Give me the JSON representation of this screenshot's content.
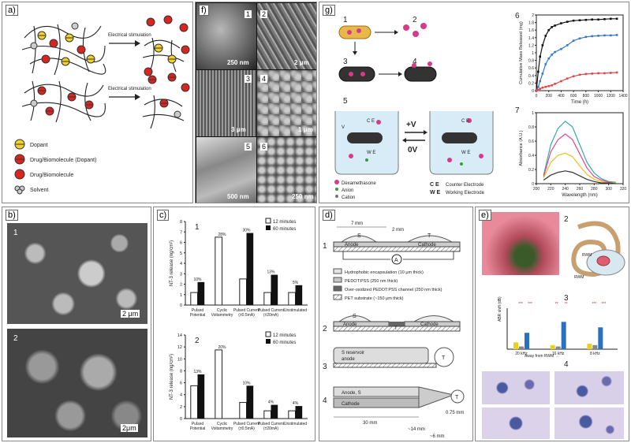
{
  "panels": {
    "a": {
      "label": "a)",
      "arrow_text": "Electrical stimulation",
      "legend": [
        {
          "text": "Dopant"
        },
        {
          "text": "Drug/Biomolecule (Dopant)"
        },
        {
          "text": "Drug/Biomolecule"
        },
        {
          "text": "Solvent"
        }
      ]
    },
    "f": {
      "label": "f)",
      "sub": [
        "1",
        "2",
        "3",
        "4",
        "5",
        "6"
      ],
      "scales": [
        "250 nm",
        "2 μm",
        "3 μm",
        "1 μm",
        "500 nm",
        "250 nm"
      ]
    },
    "g": {
      "label": "g)",
      "sub": [
        "1",
        "2",
        "3",
        "4",
        "5",
        "6",
        "7"
      ],
      "legend": {
        "dex": "Dexamethasone",
        "anion": "Anion",
        "cation": "Cation",
        "ce_abbr": "C E",
        "ce": "Counter Electrode",
        "we_abbr": "W E",
        "we": "Working Electrode"
      },
      "volts": {
        "plus": "+V",
        "zero": "0V"
      },
      "electrode_labels": {
        "ce": "C E",
        "we": "W E",
        "v": "V"
      }
    },
    "b": {
      "label": "b)",
      "sub": [
        "1",
        "2"
      ],
      "scales": [
        "2 μm",
        "2μm"
      ]
    },
    "c": {
      "label": "c)",
      "sub": [
        "1",
        "2"
      ],
      "legend": [
        "12 minutes",
        "60 minutes"
      ],
      "ylabel": "NT-3 release (ng/cm²)"
    },
    "d": {
      "label": "d)",
      "sub": [
        "1",
        "2",
        "3",
        "4"
      ],
      "dims": {
        "top1": "7 mm",
        "top2": "2 mm",
        "b1": "30 mm",
        "b2": "~14 mm",
        "b3": "~6 mm",
        "b4": "0.75 mm"
      },
      "anode": "Anode",
      "cathode": "Cathode",
      "s": "S",
      "tt": "T",
      "a": "A",
      "reservoir": "S reservoir",
      "reservoir2": "anode",
      "anode_s": "Anode, S",
      "legend": [
        "Hydrophobic encapsulation (10 μm thick)",
        "PEDOT:PSS (250 nm thick)",
        "Over-oxidized PEDOT:PSS channel (250 nm thick)",
        "PET substrate (~150 μm thick)"
      ]
    },
    "e": {
      "label": "e)",
      "sub": [
        "1",
        "2",
        "3",
        "4"
      ],
      "rwm": "RWM",
      "rwm2": "RWM",
      "ylabel": "ABR shift (dB)",
      "xlabel": "Away from RWM →",
      "xticks": [
        "20 kHz",
        "16 kHz",
        "8 kHz"
      ],
      "stars": [
        "***",
        "***",
        "**",
        "**",
        "***",
        "***"
      ]
    }
  },
  "chart_data": [
    {
      "type": "bar",
      "panel": "c1",
      "categories": [
        "Pulsed Potential",
        "Cyclic Voltammetry",
        "Pulsed Current (±0.5mA)",
        "Pulsed Current (±20mA)",
        "Unstimulated"
      ],
      "series": [
        {
          "name": "12 minutes",
          "values": [
            1.2,
            6.5,
            2.5,
            1.2,
            1.2
          ]
        },
        {
          "name": "60 minutes",
          "values": [
            2.2,
            null,
            6.9,
            2.9,
            1.9
          ]
        }
      ],
      "annotations": [
        "10%",
        "28%",
        "30%",
        "13%",
        "5%"
      ],
      "ylabel": "NT-3 release (ng/cm²)",
      "ylim": [
        0,
        8
      ],
      "yticks": [
        0,
        1,
        2,
        3,
        4,
        5,
        6,
        7,
        8
      ]
    },
    {
      "type": "bar",
      "panel": "c2",
      "categories": [
        "Pulsed Potential",
        "Cyclic Voltammetry",
        "Pulsed Current (±0.5mA)",
        "Pulsed Current (±20mA)",
        "Unstimulated"
      ],
      "series": [
        {
          "name": "12 minutes",
          "values": [
            5.5,
            11.5,
            2.7,
            1.3,
            1.3
          ]
        },
        {
          "name": "60 minutes",
          "values": [
            7.4,
            null,
            5.5,
            2.3,
            2.1
          ]
        }
      ],
      "annotations": [
        "13%",
        "20%",
        "10%",
        "4%",
        "4%"
      ],
      "ylabel": "NT-3 release (ng/cm²)",
      "ylim": [
        0,
        14
      ],
      "yticks": [
        0,
        2,
        4,
        6,
        8,
        10,
        12,
        14
      ]
    },
    {
      "type": "line",
      "panel": "g6",
      "xlabel": "Time (h)",
      "ylabel": "Cumulative Mass Released (mg)",
      "xlim": [
        0,
        1400
      ],
      "ylim": [
        0,
        2.0
      ],
      "xticks": [
        0,
        200,
        400,
        600,
        800,
        1000,
        1200,
        1400
      ],
      "yticks": [
        0,
        0.2,
        0.4,
        0.6,
        0.8,
        1.0,
        1.2,
        1.4,
        1.6,
        1.8,
        2.0
      ],
      "series": [
        {
          "x": [
            0,
            30,
            60,
            100,
            150,
            200,
            250,
            300,
            400,
            500,
            600,
            700,
            800,
            900,
            1000,
            1100,
            1200,
            1300
          ],
          "y": [
            0,
            0.5,
            0.9,
            1.2,
            1.45,
            1.6,
            1.68,
            1.72,
            1.78,
            1.82,
            1.85,
            1.86,
            1.87,
            1.88,
            1.88,
            1.89,
            1.9,
            1.9
          ],
          "color": "#111111"
        },
        {
          "x": [
            0,
            30,
            60,
            100,
            150,
            200,
            250,
            300,
            400,
            500,
            600,
            700,
            800,
            900,
            1000,
            1100,
            1200,
            1300
          ],
          "y": [
            0,
            0.1,
            0.25,
            0.45,
            0.7,
            0.85,
            0.95,
            1.02,
            1.1,
            1.2,
            1.32,
            1.38,
            1.42,
            1.44,
            1.45,
            1.46,
            1.46,
            1.47
          ],
          "color": "#3a78c8"
        },
        {
          "x": [
            0,
            30,
            60,
            100,
            150,
            200,
            250,
            300,
            400,
            500,
            600,
            700,
            800,
            900,
            1000,
            1100,
            1200,
            1300
          ],
          "y": [
            0,
            0.02,
            0.05,
            0.08,
            0.1,
            0.12,
            0.14,
            0.18,
            0.25,
            0.32,
            0.38,
            0.42,
            0.44,
            0.45,
            0.46,
            0.46,
            0.47,
            0.48
          ],
          "color": "#e04848"
        }
      ]
    },
    {
      "type": "line",
      "panel": "g7",
      "xlabel": "Wavelength (nm)",
      "ylabel": "Absorbance (A.U.)",
      "xlim": [
        200,
        320
      ],
      "ylim": [
        0,
        1.0
      ],
      "xticks": [
        200,
        220,
        240,
        260,
        280,
        300,
        320
      ],
      "yticks": [
        0,
        0.2,
        0.4,
        0.6,
        0.8,
        1.0
      ],
      "series": [
        {
          "x": [
            210,
            220,
            230,
            240,
            250,
            260,
            270,
            280,
            290,
            300,
            310
          ],
          "y": [
            0.12,
            0.55,
            0.78,
            0.88,
            0.8,
            0.55,
            0.3,
            0.15,
            0.07,
            0.03,
            0.02
          ],
          "color": "#3aa8a8"
        },
        {
          "x": [
            210,
            220,
            230,
            240,
            250,
            260,
            270,
            280,
            290,
            300,
            310
          ],
          "y": [
            0.1,
            0.45,
            0.62,
            0.7,
            0.62,
            0.42,
            0.22,
            0.1,
            0.05,
            0.02,
            0.01
          ],
          "color": "#e04890"
        },
        {
          "x": [
            210,
            220,
            230,
            240,
            250,
            260,
            270,
            280,
            290,
            300,
            310
          ],
          "y": [
            0.08,
            0.3,
            0.4,
            0.43,
            0.38,
            0.25,
            0.13,
            0.06,
            0.03,
            0.01,
            0.01
          ],
          "color": "#e8c020"
        },
        {
          "x": [
            210,
            220,
            230,
            240,
            250,
            260,
            270,
            280,
            290,
            300,
            310
          ],
          "y": [
            0.05,
            0.12,
            0.16,
            0.18,
            0.16,
            0.11,
            0.06,
            0.03,
            0.01,
            0.01,
            0.0
          ],
          "color": "#333333"
        }
      ]
    },
    {
      "type": "bar",
      "panel": "e3",
      "categories": [
        "20 kHz",
        "16 kHz",
        "8 kHz"
      ],
      "series": [
        {
          "name": "yellow",
          "values": [
            5,
            3,
            4
          ],
          "color": "#e8d020"
        },
        {
          "name": "grey",
          "values": [
            2,
            2,
            3
          ],
          "color": "#888888"
        },
        {
          "name": "blue",
          "values": [
            12,
            20,
            16
          ],
          "color": "#2a70c0"
        }
      ],
      "ylim": [
        0,
        30
      ]
    }
  ]
}
